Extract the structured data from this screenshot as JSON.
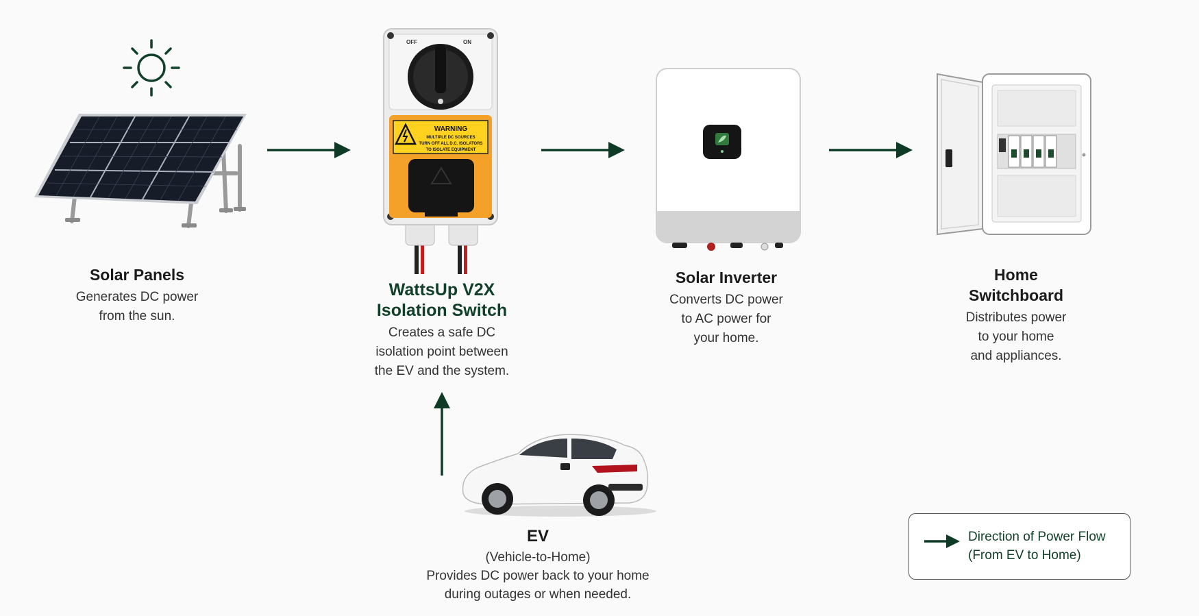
{
  "colors": {
    "arrow": "#0f3b26",
    "title_accent": "#10402a",
    "background": "#fafafa"
  },
  "nodes": {
    "solar": {
      "title": "Solar Panels",
      "desc": [
        "Generates DC power",
        "from the sun."
      ],
      "icons": [
        "sun-icon",
        "solar-panel-illustration"
      ]
    },
    "switch": {
      "title": [
        "WattsUp V2X",
        "Isolation Switch"
      ],
      "desc": [
        "Creates a safe DC",
        "isolation point between",
        "the EV and the system."
      ],
      "label_off": "OFF",
      "label_on": "ON",
      "warning_title": "WARNING",
      "warning_lines": [
        "MULTIPLE DC SOURCES",
        "TURN OFF ALL D.C. ISOLATORS",
        "TO ISOLATE EQUIPMENT"
      ]
    },
    "inverter": {
      "title": "Solar Inverter",
      "desc": [
        "Converts DC power",
        "to AC power for",
        "your home."
      ]
    },
    "switchboard": {
      "title": [
        "Home",
        "Switchboard"
      ],
      "desc": [
        "Distributes power",
        "to your home",
        "and appliances."
      ]
    },
    "ev": {
      "title": "EV",
      "subtitle": "(Vehicle-to-Home)",
      "desc": [
        "Provides DC power back to your home",
        "during outages or when needed."
      ]
    }
  },
  "legend": {
    "lines": [
      "Direction of Power Flow",
      "(From EV to Home)"
    ]
  }
}
